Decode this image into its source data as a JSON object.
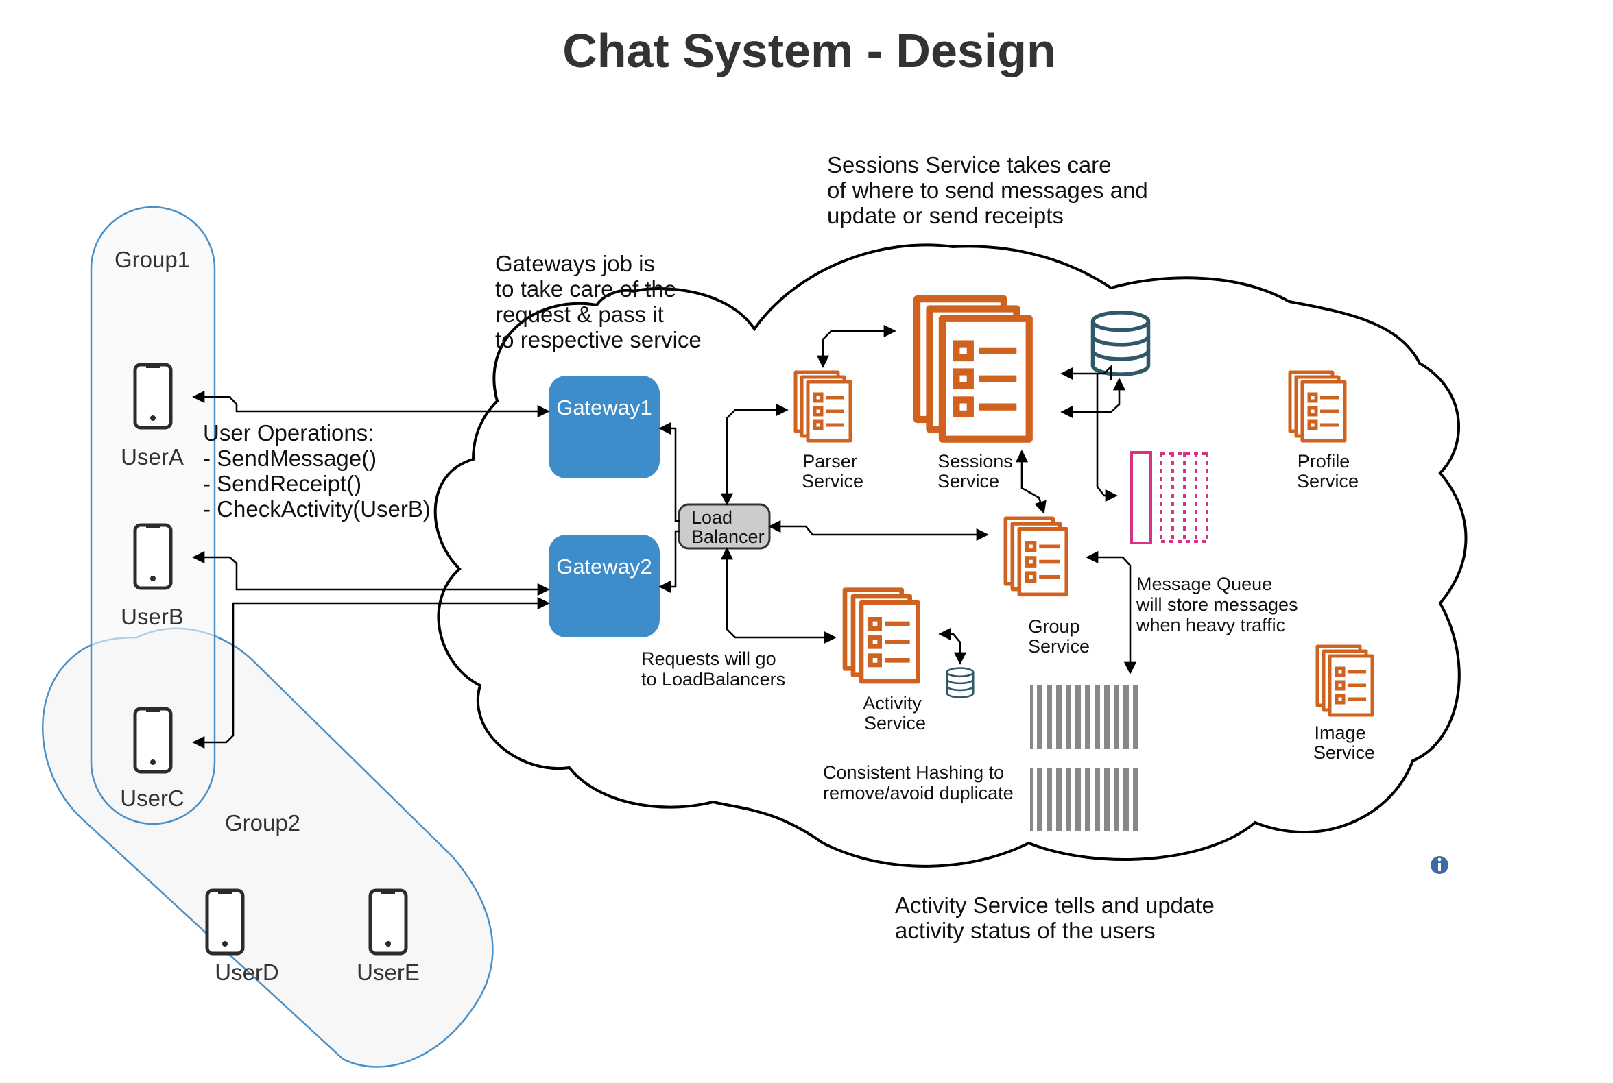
{
  "title": "Chat System - Design",
  "groups": [
    {
      "label": "Group1"
    },
    {
      "label": "Group2"
    }
  ],
  "users": [
    {
      "label": "UserA"
    },
    {
      "label": "UserB"
    },
    {
      "label": "UserC"
    },
    {
      "label": "UserD"
    },
    {
      "label": "UserE"
    }
  ],
  "user_operations": {
    "heading": "User Operations:",
    "items": [
      "- SendMessage()",
      "- SendReceipt()",
      "- CheckActivity(UserB)"
    ]
  },
  "gateways": [
    {
      "label": "Gateway1"
    },
    {
      "label": "Gateway2"
    }
  ],
  "load_balancer": {
    "line1": "Load",
    "line2": "Balancer"
  },
  "services": {
    "parser": {
      "line1": "Parser",
      "line2": "Service"
    },
    "sessions": {
      "line1": "Sessions",
      "line2": "Service"
    },
    "group": {
      "line1": "Group",
      "line2": "Service"
    },
    "activity": {
      "line1": "Activity",
      "line2": "Service"
    },
    "profile": {
      "line1": "Profile",
      "line2": "Service"
    },
    "image": {
      "line1": "Image",
      "line2": "Service"
    }
  },
  "notes": {
    "sessions_note": [
      "Sessions Service takes care",
      "of where to send messages and",
      "update or send receipts"
    ],
    "gateway_note": [
      "Gateways job is",
      "to take care of the",
      "request & pass it",
      "to respective service"
    ],
    "requests_note": [
      "Requests will go",
      "to LoadBalancers"
    ],
    "queue_note": [
      "Message Queue",
      "will store messages",
      "when heavy traffic"
    ],
    "hashing_note": [
      "Consistent Hashing to",
      "remove/avoid duplicate"
    ],
    "activity_note": [
      "Activity Service tells and update",
      "activity status of the users"
    ]
  },
  "colors": {
    "gateway": "#3c8dc9",
    "service": "#d0621f",
    "database": "#2f5869",
    "queue_pink": "#d63384",
    "group_border": "#4a90c8",
    "load_balancer_fill": "#cccccc",
    "info_icon": "#3d6aa0"
  },
  "icons": [
    "mobile-phone-icon",
    "server-stack-icon",
    "database-icon",
    "message-queue-icon",
    "info-icon"
  ]
}
